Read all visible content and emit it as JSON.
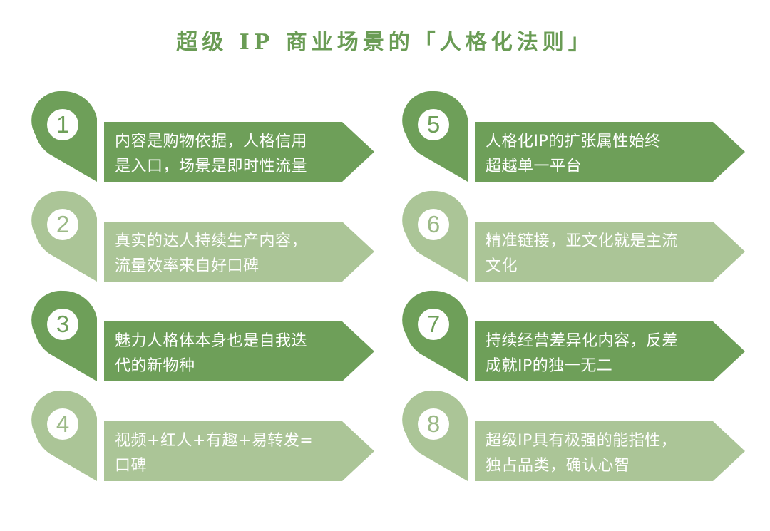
{
  "title": "超级 IP 商业场景的「人格化法则」",
  "colors": {
    "dark_green": "#6e9f59",
    "light_green": "#abc597",
    "title_green": "#6a9c55",
    "text_white": "#ffffff"
  },
  "rules": [
    {
      "number": "1",
      "tone": "dark",
      "line1": "内容是购物依据，人格信用",
      "line2": "是入口，场景是即时性流量"
    },
    {
      "number": "2",
      "tone": "light",
      "line1": "真实的达人持续生产内容，",
      "line2": "流量效率来自好口碑"
    },
    {
      "number": "3",
      "tone": "dark",
      "line1": "魅力人格体本身也是自我迭",
      "line2": "代的新物种"
    },
    {
      "number": "4",
      "tone": "light",
      "line1": "视频+红人+有趣+易转发=",
      "line2": "口碑"
    },
    {
      "number": "5",
      "tone": "dark",
      "line1": "人格化IP的扩张属性始终",
      "line2": "超越单一平台"
    },
    {
      "number": "6",
      "tone": "light",
      "line1": "精准链接，亚文化就是主流",
      "line2": "文化"
    },
    {
      "number": "7",
      "tone": "dark",
      "line1": "持续经营差异化内容，反差",
      "line2": "成就IP的独一无二"
    },
    {
      "number": "8",
      "tone": "light",
      "line1": "超级IP具有极强的能指性，",
      "line2": "独占品类，确认心智"
    }
  ]
}
